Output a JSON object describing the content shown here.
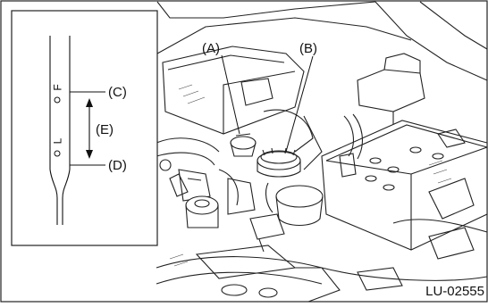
{
  "figure": {
    "labels": {
      "a": "(A)",
      "b": "(B)",
      "c": "(C)",
      "d": "(D)",
      "e": "(E)"
    },
    "dipstick_marks": {
      "full": "F",
      "low": "L"
    },
    "figure_code": "LU-02555"
  }
}
